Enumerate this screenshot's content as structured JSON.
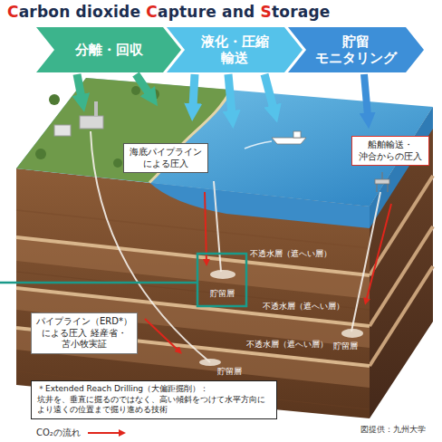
{
  "diagram": {
    "title": "Carbon dioxide Capture and Storage",
    "nodes": [
      {
        "text": [
          "分離・回収"
        ]
      },
      {
        "text": [
          "液化・圧縮 輸送"
        ]
      },
      {
        "text": [
          "貯留 モニタリング"
        ]
      },
      {
        "text": [
          "海底パイプライン による圧入"
        ]
      },
      {
        "text": [
          "船舶輸送・ 沖合からの圧入"
        ]
      },
      {
        "text": [
          "パイプライン（ERD*） による圧入 経産省・苫小牧実証"
        ]
      },
      {
        "text": [
          "＊Extended Reach Drilling（大偏距掘削）：",
          "坑井を、垂直に掘るのではなく、高い傾斜をつけて水平方向により遠くの位置まで掘り進める技術"
        ]
      }
    ],
    "labels": [
      "不透水層（遮へい層）",
      "貯留層",
      "不透水層（遮へい層）",
      "貯留層",
      "不透水層（遮へい層）",
      "貯留層",
      "図提供：九州大学"
    ],
    "legend": [
      {
        "text": "CO₂の流れ"
      }
    ]
  }
}
